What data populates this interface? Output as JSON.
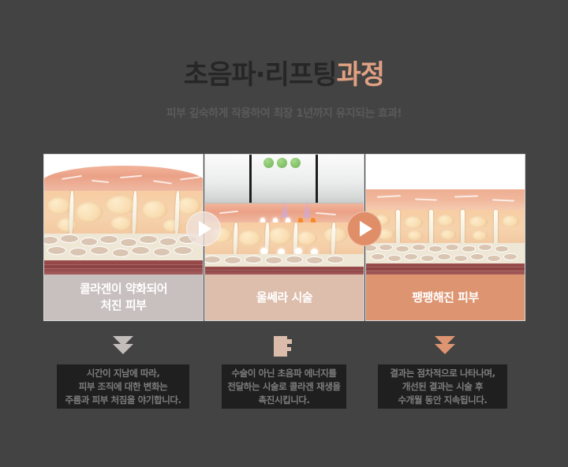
{
  "background_color": "#434343",
  "heading": {
    "title_dark": "초음파·리프팅",
    "title_accent": "과정",
    "subtitle": "피부 깊숙하게 작용하여 최장 1년까지 유지되는 효과!",
    "accent_color": "#e0a183",
    "dark_color": "#262626"
  },
  "panels": [
    {
      "id": "before",
      "caption": "콜라겐이 약화되어\n처진 피부",
      "caption_line1": "콜라겐이 약화되어",
      "caption_line2": "처진 피부",
      "caption_bg": "#c8c0be",
      "illustration": "sagging-skin-cross-section"
    },
    {
      "id": "procedure",
      "caption": "울쎄라 시술",
      "caption_line1": "울쎄라 시술",
      "caption_line2": "",
      "caption_bg": "#ddbdac",
      "illustration": "ultherapy-device-on-skin"
    },
    {
      "id": "after",
      "caption": "팽팽해진 피부",
      "caption_line1": "팽팽해진 피부",
      "caption_line2": "",
      "caption_bg": "#dd9471",
      "illustration": "tightened-skin-cross-section"
    }
  ],
  "play_buttons": [
    {
      "id": "play-1",
      "fill": "#eee2dd"
    },
    {
      "id": "play-2",
      "fill": "#e08e68"
    }
  ],
  "steps": [
    {
      "arrow_color": "#c2bdba",
      "arrow_style": "double-chevron",
      "line1": "시간이 지남에 따라,",
      "line2": "피부 조직에 대한 변화는",
      "line3": "주름과 피부 처짐을 야기합니다."
    },
    {
      "arrow_color": "#dbbcaa",
      "arrow_style": "clipped-chevron",
      "line1": "수술이 아닌 초음파 에너지를",
      "line2": "전달하는 시술로 콜라겐 재생을",
      "line3": "촉진시킵니다."
    },
    {
      "arrow_color": "#dd9471",
      "arrow_style": "double-chevron",
      "line1": "결과는 점차적으로 나타나며,",
      "line2": "개선된 결과는 시술 후",
      "line3": "수개월 동안 지속됩니다."
    }
  ],
  "device": {
    "led_count": 3,
    "led_color": "#6db356"
  }
}
